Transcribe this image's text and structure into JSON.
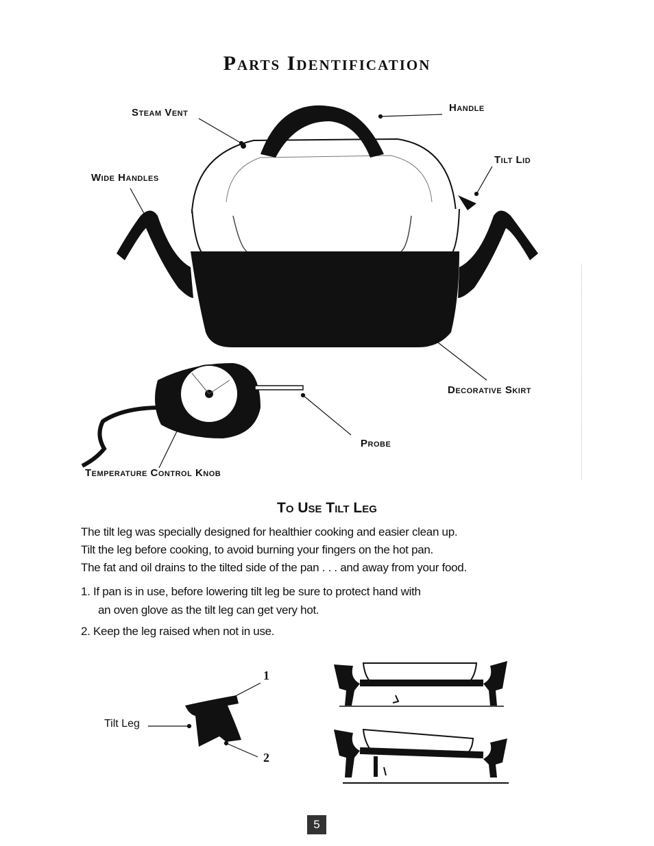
{
  "title": "Parts Identification",
  "labels": {
    "steam_vent": "Steam Vent",
    "handle": "Handle",
    "tilt_lid": "Tilt Lid",
    "wide_handles": "Wide Handles",
    "decorative_skirt": "Decorative Skirt",
    "probe": "Probe",
    "temperature_control_knob": "Temperature Control Knob"
  },
  "section": {
    "heading": "To Use Tilt Leg",
    "paragraph_lines": [
      "The tilt leg was specially designed for healthier cooking and easier clean up.",
      "Tilt the leg before cooking, to avoid burning your fingers on the hot pan.",
      "The fat and oil drains to the tilted side of the pan . . . and away from your food."
    ],
    "steps": [
      {
        "line1": "1. If pan is in use, before lowering tilt leg be sure to protect hand with",
        "line2": "an oven glove as the tilt leg can get very hot."
      },
      {
        "line1": "2. Keep the leg raised when not in use.",
        "line2": ""
      }
    ]
  },
  "diagram": {
    "tilt_leg_label": "Tilt Leg",
    "position_1": "1",
    "position_2": "2"
  },
  "page_number": "5"
}
